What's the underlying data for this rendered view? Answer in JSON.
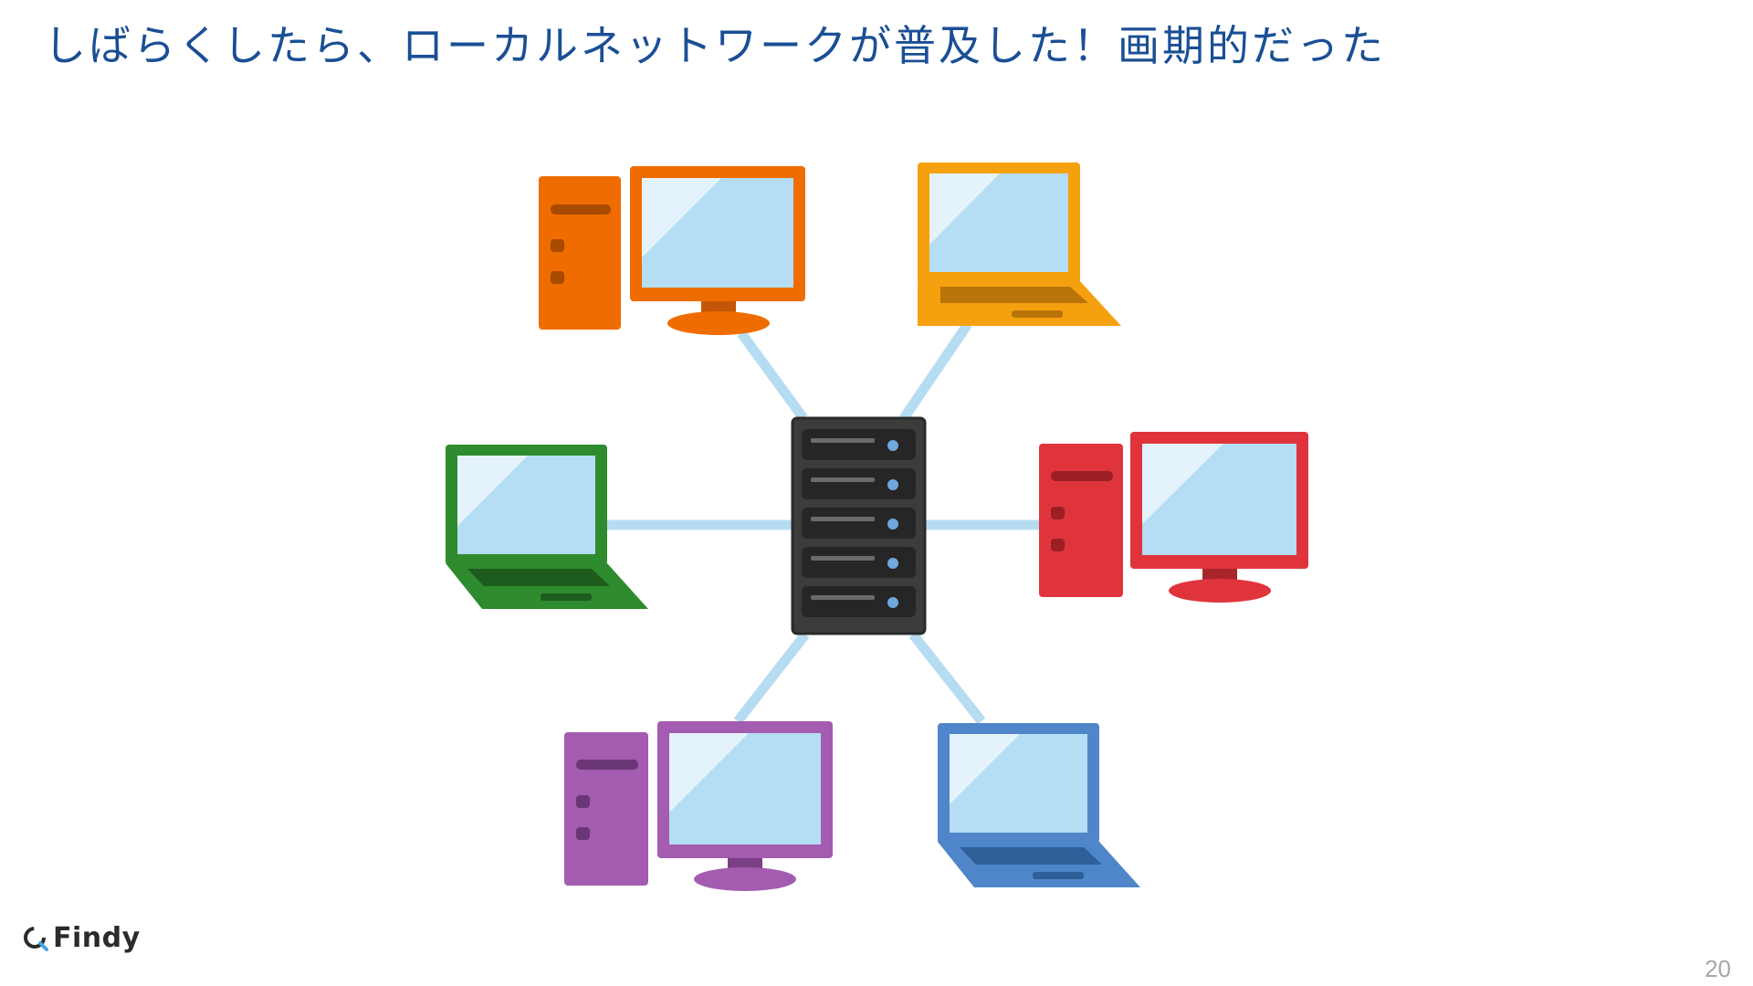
{
  "slide": {
    "title": "しばらくしたら、ローカルネットワークが普及した！画期的だった",
    "page_number": "20"
  },
  "logo": {
    "text": "Findy",
    "icon": "findy-logo-icon"
  },
  "colors": {
    "title": "#1a4f94",
    "cable": "#b6dcf2",
    "screen": "#b5ddf3",
    "server": "#3c3c3c",
    "orange_pc": "#ef6c00",
    "yellow_laptop": "#f5a10f",
    "green_laptop": "#2e8b2e",
    "red_pc": "#e0343c",
    "purple_pc": "#a35cb0",
    "blue_laptop": "#4f86c9"
  },
  "diagram": {
    "hub": "server-rack-icon",
    "nodes": [
      {
        "icon": "desktop-pc-icon",
        "color": "orange"
      },
      {
        "icon": "laptop-icon",
        "color": "yellow"
      },
      {
        "icon": "laptop-icon",
        "color": "green"
      },
      {
        "icon": "desktop-pc-icon",
        "color": "red"
      },
      {
        "icon": "desktop-pc-icon",
        "color": "purple"
      },
      {
        "icon": "laptop-icon",
        "color": "blue"
      }
    ]
  }
}
